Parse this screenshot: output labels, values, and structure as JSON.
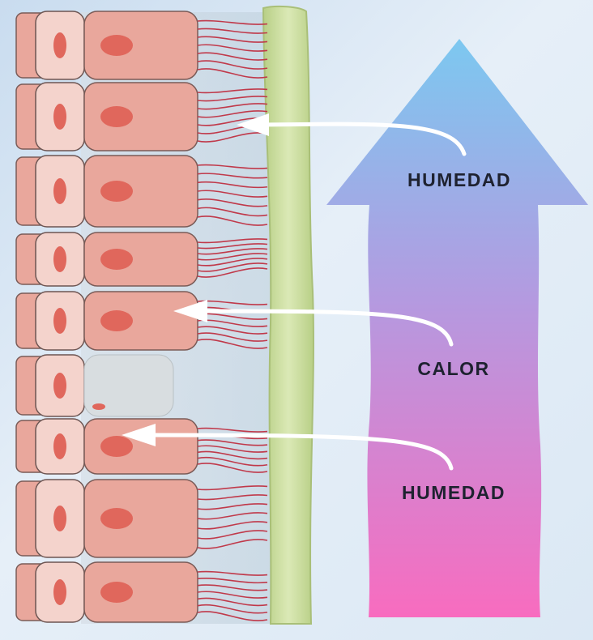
{
  "labels": {
    "top": "HUMEDAD",
    "middle": "CALOR",
    "bottom": "HUMEDAD"
  },
  "colors": {
    "arrow_top": "#7cc8f0",
    "arrow_mid": "#b49ae0",
    "arrow_bottom": "#f86cbf",
    "membrane": "#cfe0a6",
    "cell_fill": "#e9a79c",
    "cell_light": "#f4d3cc",
    "nucleus": "#e0675c",
    "cilia": "#c0394a",
    "pointer": "#ffffff"
  }
}
